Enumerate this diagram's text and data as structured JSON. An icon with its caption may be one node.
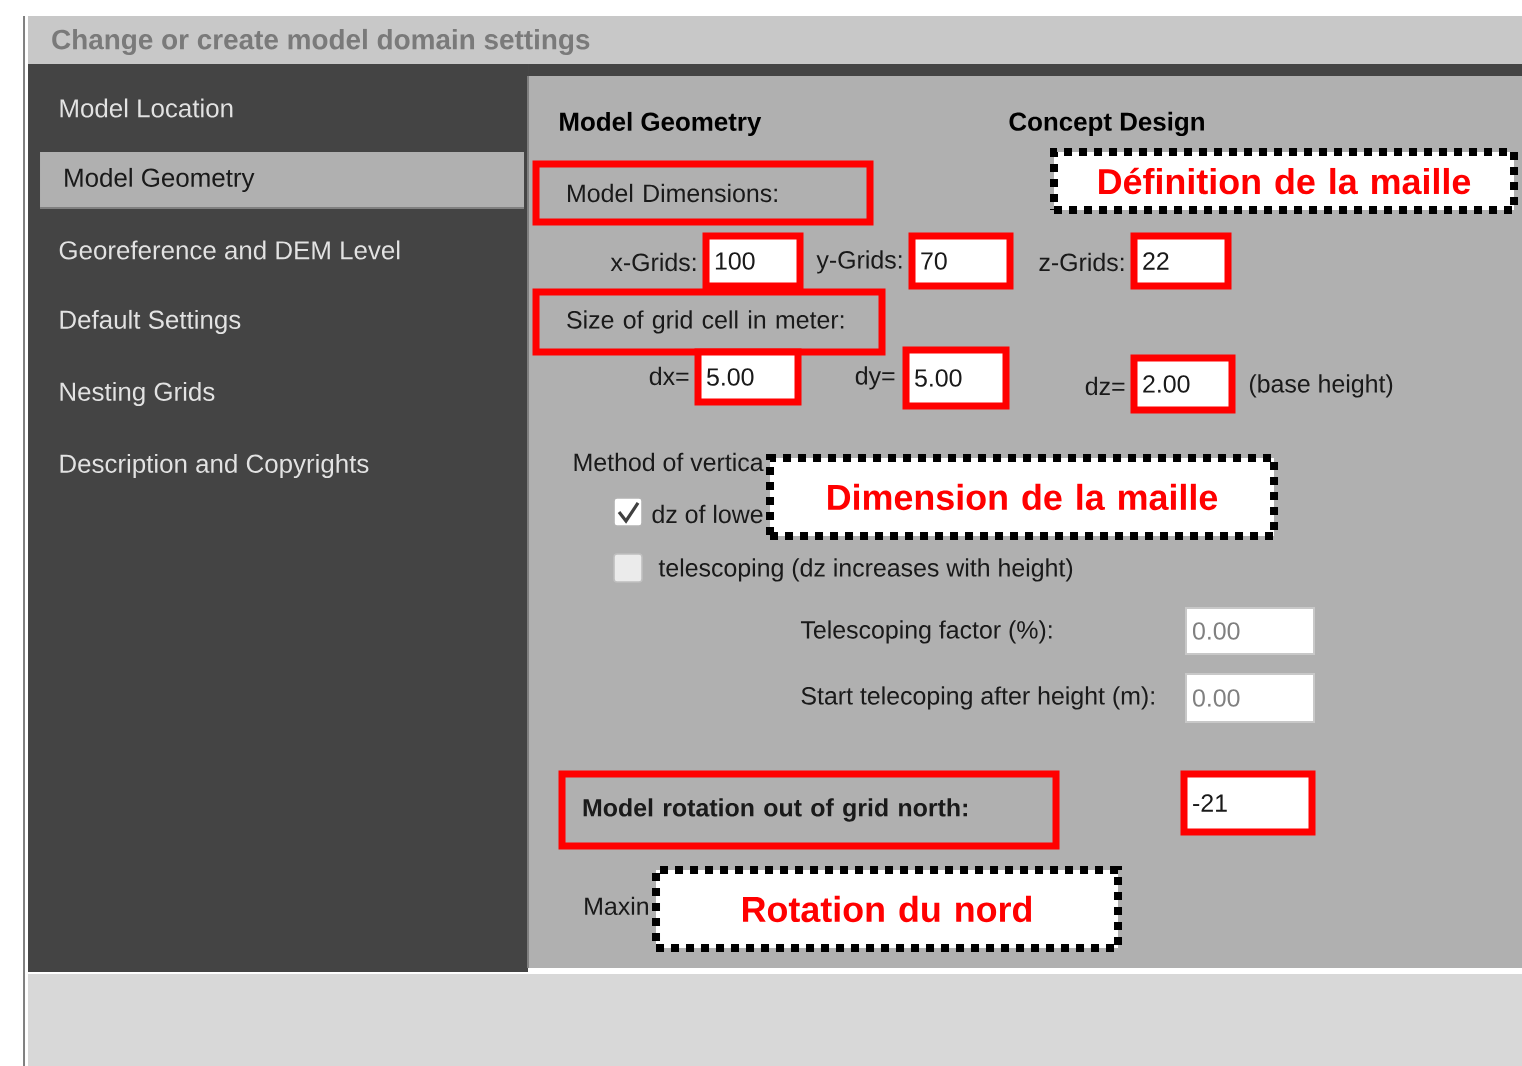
{
  "diagram": {
    "title": "Change or create model domain settings",
    "nodes": [
      {
        "text": [
          "Définition de la maille"
        ]
      },
      {
        "text": [
          "Model Dimensions:"
        ]
      },
      {
        "text": [
          "100"
        ]
      },
      {
        "text": [
          "70"
        ]
      },
      {
        "text": [
          "22"
        ]
      },
      {
        "text": [
          "Size of grid cell in meter:"
        ]
      },
      {
        "text": [
          "5.00"
        ]
      },
      {
        "text": [
          "5.00"
        ]
      },
      {
        "text": [
          "2.00"
        ]
      },
      {
        "text": [
          "Dimension de la maille"
        ]
      },
      {
        "text": [
          "0.00"
        ]
      },
      {
        "text": [
          "0.00"
        ]
      },
      {
        "text": [
          "Model rotation out of grid north:"
        ]
      },
      {
        "text": [
          "-21"
        ]
      },
      {
        "text": [
          "Rotation du nord"
        ]
      }
    ],
    "labels": [
      "Model Location",
      "Model Geometry",
      "Georeference and DEM Level",
      "Default Settings",
      "Nesting Grids",
      "Description and Copyrights",
      "Model Geometry",
      "Concept Design",
      "x-Grids:",
      "y-Grids:",
      "z-Grids:",
      "dx=",
      "dy=",
      "dz=",
      "(base height)",
      "Method of vertica",
      "dz of lowe",
      "telescoping (dz increases with height)",
      "Telescoping factor (%):",
      "Start telecoping after height (m):",
      "Maxin"
    ]
  }
}
